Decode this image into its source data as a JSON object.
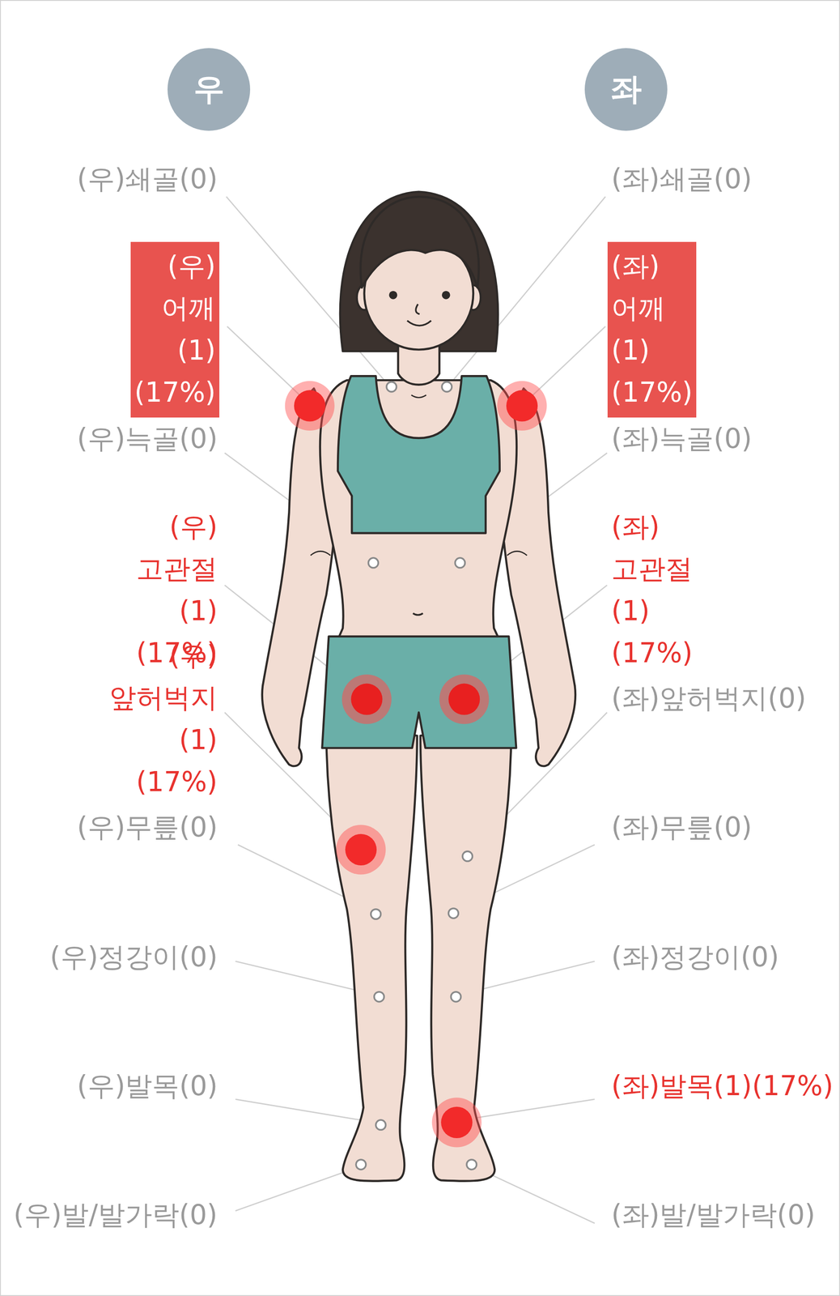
{
  "diagram": {
    "nodes": [
      {
        "text": [
          "우"
        ]
      },
      {
        "text": [
          "좌"
        ]
      },
      {
        "text": [
          "(우)어깨(1) (17%)"
        ]
      },
      {
        "text": [
          "(좌)어깨(1) (17%)"
        ]
      }
    ],
    "labels": [
      "(우)쇄골(0)",
      "(좌)쇄골(0)",
      "(우)늑골(0)",
      "(좌)늑골(0)",
      "(우)고관절(1) (17%)",
      "(좌)고관절(1) (17%)",
      "(우)앞허벅지(1) (17%)",
      "(좌)앞허벅지(0)",
      "(우)무릎(0)",
      "(좌)무릎(0)",
      "(우)정강이(0)",
      "(좌)정강이(0)",
      "(우)발목(0)",
      "(좌)발목(1)(17%)",
      "(우)발/발가락(0)",
      "(좌)발/발가락(0)"
    ]
  }
}
